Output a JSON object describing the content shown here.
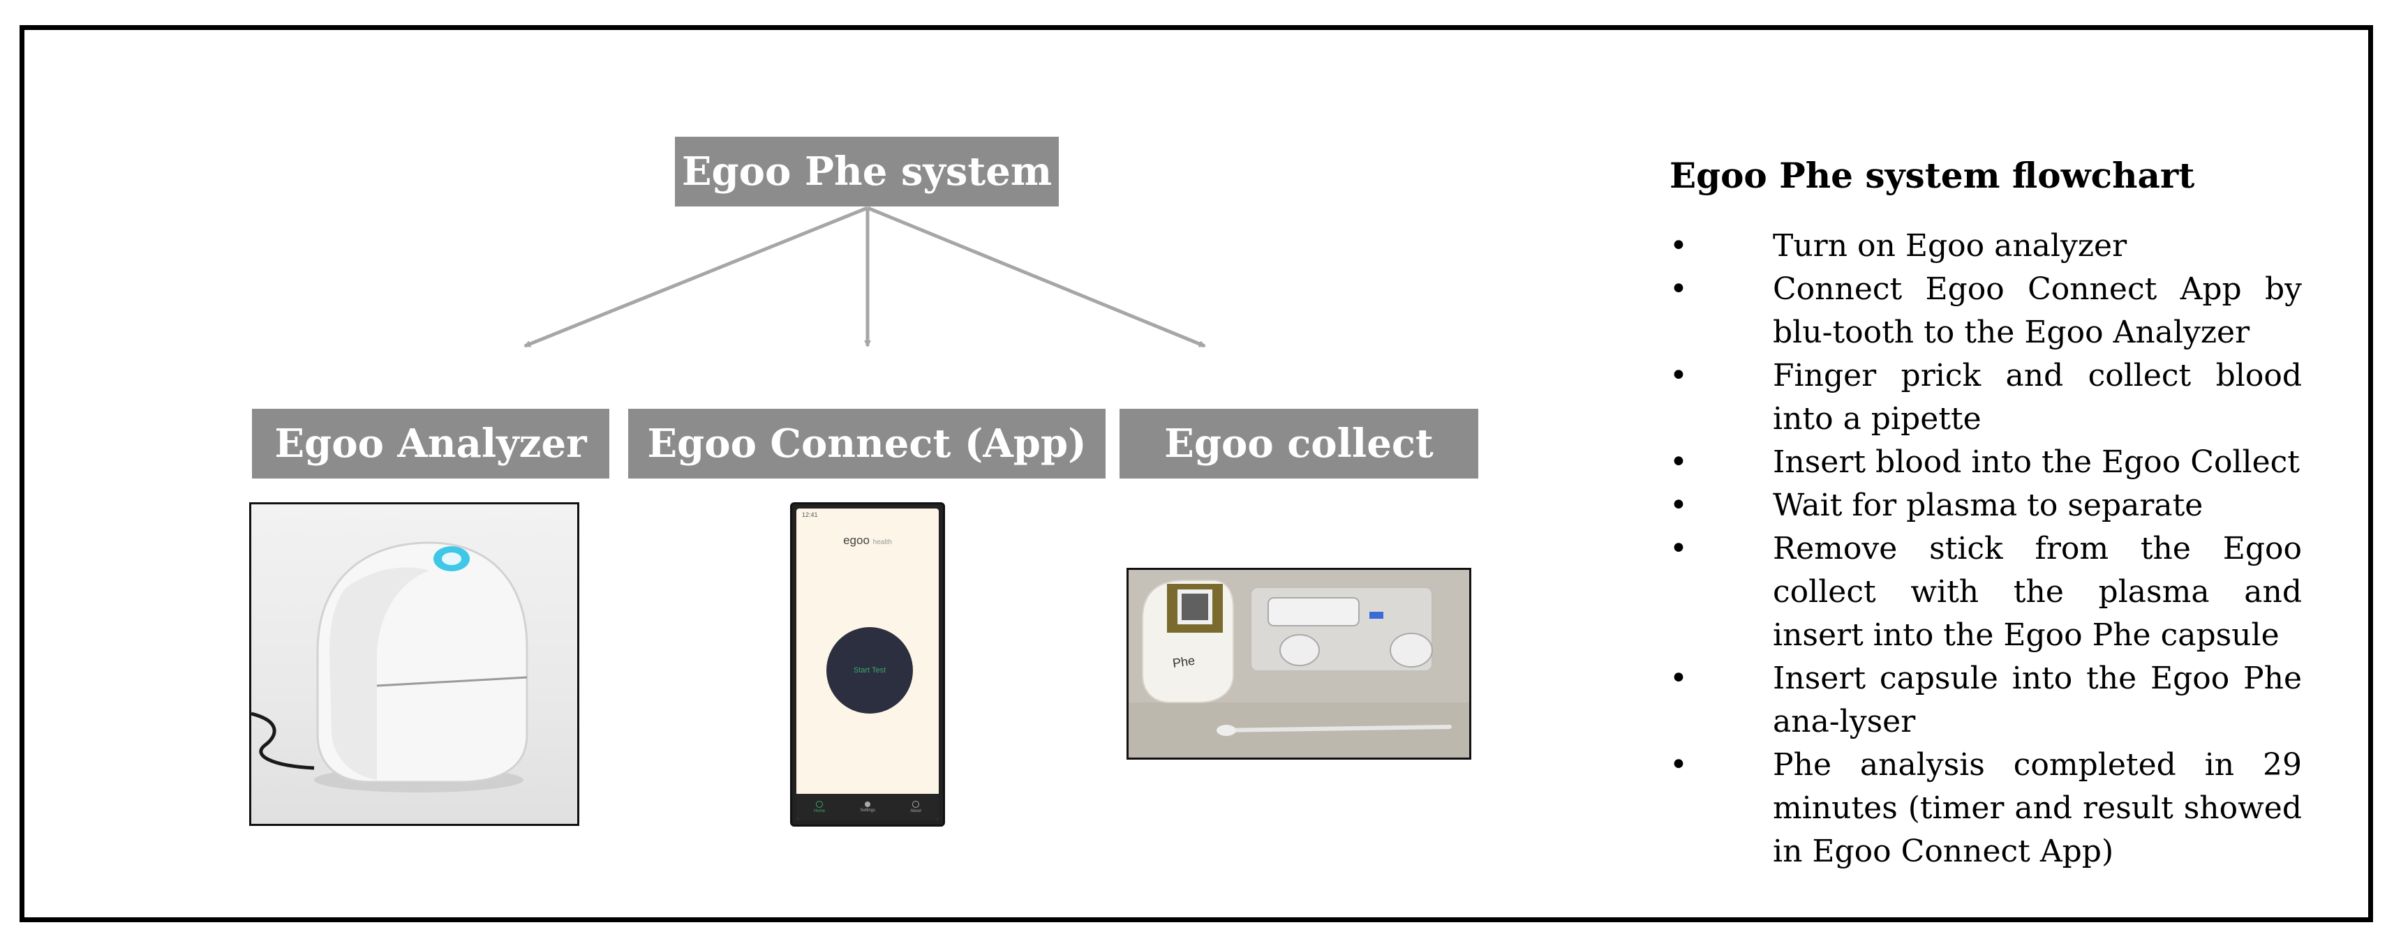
{
  "diagram": {
    "root": "Egoo Phe system",
    "branches": [
      {
        "label": "Egoo Analyzer"
      },
      {
        "label": "Egoo Connect (App)"
      },
      {
        "label": "Egoo collect"
      }
    ]
  },
  "phone_screen": {
    "status_left": "12:41",
    "brand": "egoo",
    "brand_suffix": "health",
    "start_button": "Start Test",
    "nav": [
      "Home",
      "Settings",
      "About"
    ]
  },
  "capsule_label": "Phe",
  "flowchart": {
    "title": "Egoo Phe system flowchart",
    "bullet": "•",
    "steps": [
      "Turn on Egoo analyzer",
      "Connect Egoo Connect App by blu-tooth to the Egoo Analyzer",
      "Finger prick and collect blood into a pipette",
      "Insert blood into the Egoo Collect",
      "Wait for plasma to separate",
      "Remove stick from the Egoo collect with the plasma and insert into the Egoo Phe capsule",
      "Insert capsule into the Egoo Phe ana-lyser",
      "Phe analysis completed in 29 minutes (timer and result showed in Egoo Connect App)"
    ]
  },
  "colors": {
    "box_fill": "#8c8c8c",
    "arrow": "#a6a6a6",
    "led": "#3fc7e8",
    "phone_bg": "#fdf6e8",
    "start_button": "#2b2f3f",
    "start_text": "#3aa86b"
  }
}
